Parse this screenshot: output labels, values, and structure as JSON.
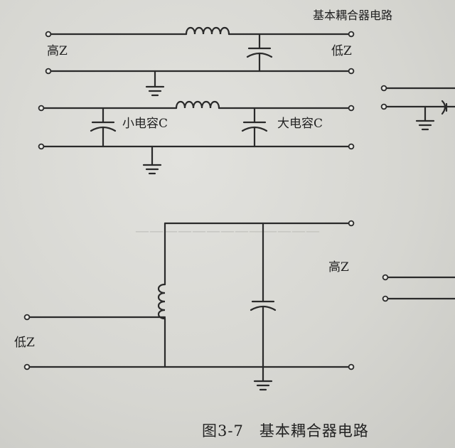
{
  "diagram": {
    "top_label": "基本耦合器电路",
    "circuit1": {
      "left_label": "高Z",
      "right_label": "低Z"
    },
    "circuit2": {
      "cap_small_label": "小电容C",
      "cap_large_label": "大电容C"
    },
    "circuit3": {
      "left_label": "低Z",
      "right_label": "高Z"
    },
    "caption": "图3-7　基本耦合器电路"
  },
  "colors": {
    "ink": "#2a2a2a",
    "paper": "#d7d7d3"
  }
}
